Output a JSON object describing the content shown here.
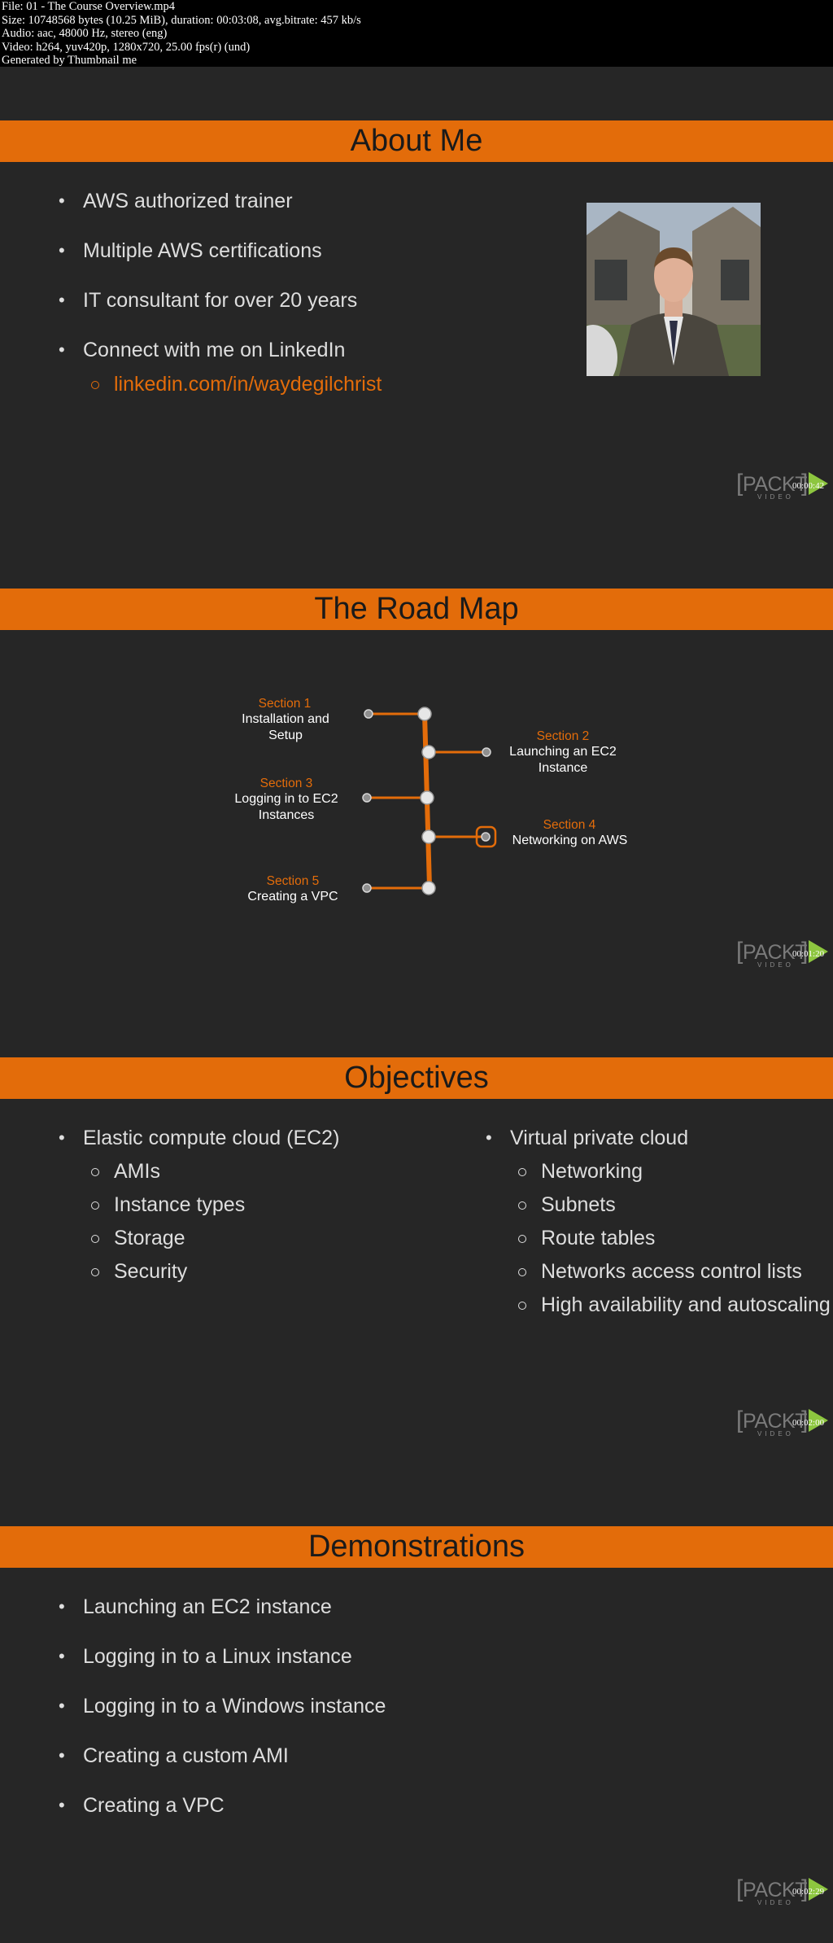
{
  "file_info": [
    "File: 01 - The Course Overview.mp4",
    "Size: 10748568 bytes (10.25 MiB), duration: 00:03:08, avg.bitrate: 457 kb/s",
    "Audio: aac, 48000 Hz, stereo (eng)",
    "Video: h264, yuv420p, 1280x720, 25.00 fps(r) (und)",
    "Generated by Thumbnail me"
  ],
  "logo": {
    "text": "PACKT",
    "sub": "VIDEO",
    "open": "[",
    "close": "]",
    "accent": "#8dc63f"
  },
  "accent_color": "#e36c0a",
  "slides": [
    {
      "title": "About Me",
      "bullets": [
        "AWS authorized trainer",
        "Multiple AWS certifications",
        "IT consultant for over 20 years",
        "Connect with me on LinkedIn"
      ],
      "link": "linkedin.com/in/waydegilchrist",
      "photo": "presenter-photo",
      "timestamp": "00:00:42"
    },
    {
      "title": "The Road Map",
      "sections": [
        {
          "label": "Section 1",
          "title_lines": [
            "Installation and",
            "Setup"
          ]
        },
        {
          "label": "Section 2",
          "title_lines": [
            "Launching an EC2",
            "Instance"
          ]
        },
        {
          "label": "Section 3",
          "title_lines": [
            "Logging in to EC2",
            "Instances"
          ]
        },
        {
          "label": "Section 4",
          "title_lines": [
            "Networking on AWS"
          ]
        },
        {
          "label": "Section 5",
          "title_lines": [
            "Creating a VPC"
          ]
        }
      ],
      "highlighted_section": 4,
      "timestamp": "00:01:20"
    },
    {
      "title": "Objectives",
      "left": {
        "heading": "Elastic compute cloud (EC2)",
        "items": [
          "AMIs",
          "Instance types",
          "Storage",
          "Security"
        ]
      },
      "right": {
        "heading": "Virtual private cloud",
        "items": [
          "Networking",
          "Subnets",
          "Route tables",
          "Networks access control lists",
          "High availability and autoscaling"
        ]
      },
      "timestamp": "00:02:00"
    },
    {
      "title": "Demonstrations",
      "bullets": [
        "Launching an EC2 instance",
        "Logging in to a Linux instance",
        "Logging in to a Windows instance",
        "Creating a custom AMI",
        "Creating a VPC"
      ],
      "timestamp": "00:02:29"
    }
  ]
}
